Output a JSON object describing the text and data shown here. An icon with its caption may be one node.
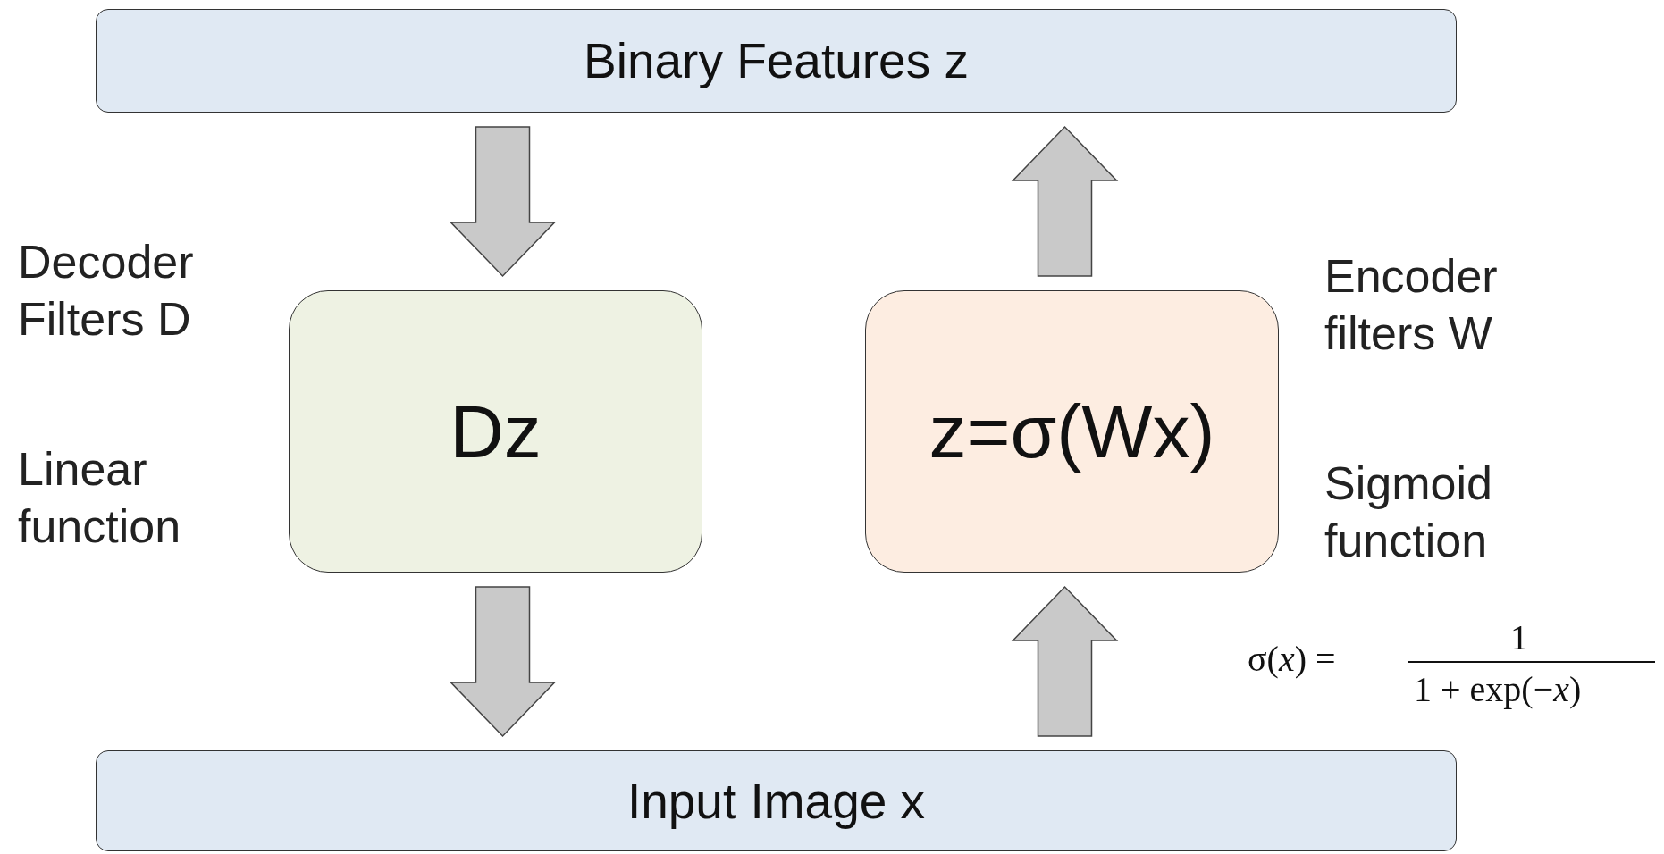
{
  "diagram": {
    "nodes": [
      {
        "text": [
          "Binary Features z"
        ]
      },
      {
        "text": [
          "Dz"
        ]
      },
      {
        "text": [
          "z=σ(Wx)"
        ]
      },
      {
        "text": [
          "Input Image x"
        ]
      }
    ],
    "edges": [
      {
        "from": 0,
        "to": 1,
        "arrow": "to"
      },
      {
        "from": 1,
        "to": 3,
        "arrow": "to"
      },
      {
        "from": 3,
        "to": 2,
        "arrow": "to"
      },
      {
        "from": 2,
        "to": 0,
        "arrow": "to"
      }
    ],
    "labels": [
      "Decoder Filters D",
      "Linear function",
      "Encoder filters W",
      "Sigmoid function",
      "σ(*x*) =",
      "1",
      "1 + exp(−*x*)"
    ]
  }
}
